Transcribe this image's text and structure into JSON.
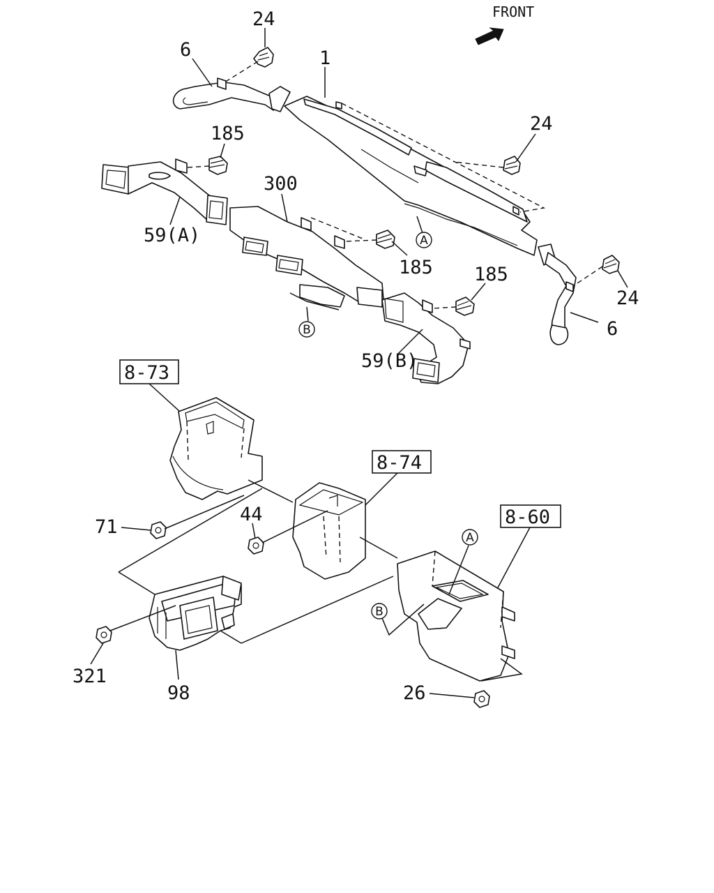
{
  "orientation": {
    "label": "FRONT",
    "icon": "arrow-icon"
  },
  "callouts": {
    "c24_top": "24",
    "c6_left": "6",
    "c1": "1",
    "c24_right": "24",
    "c185_top": "185",
    "c300": "300",
    "c59a": "59(A)",
    "c185_mid": "185",
    "c185_low": "185",
    "c24_far": "24",
    "c6_right": "6",
    "c59b": "59(B)",
    "c71": "71",
    "c44": "44",
    "c321": "321",
    "c98": "98",
    "c26": "26"
  },
  "references": {
    "ref_873": "8-73",
    "ref_874": "8-74",
    "ref_860": "8-60"
  },
  "markers": {
    "a_upper": "A",
    "b_upper": "B",
    "a_lower": "A",
    "b_lower": "B"
  }
}
